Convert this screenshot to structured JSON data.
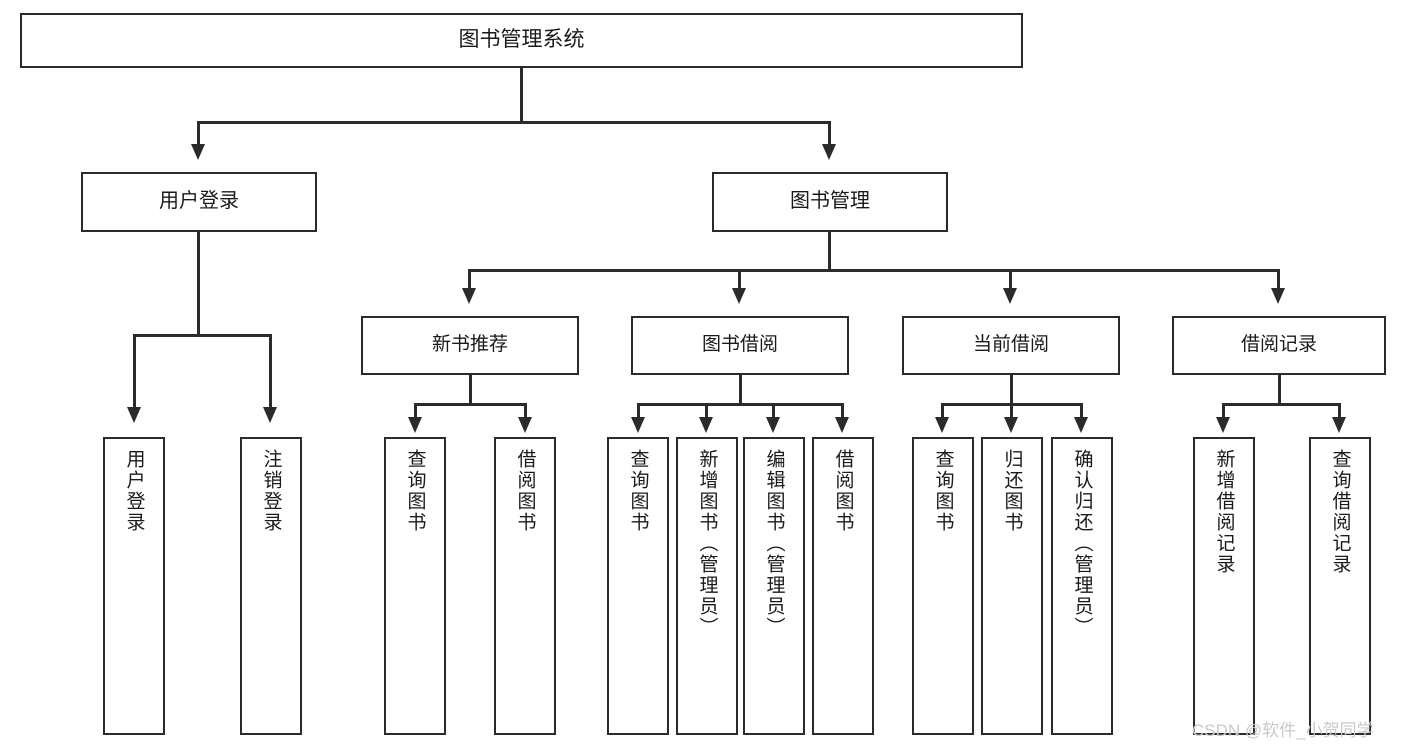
{
  "diagram": {
    "type": "tree-hierarchy",
    "title": "图书管理系统",
    "root": {
      "id": "root",
      "label": "图书管理系统",
      "level": 1
    },
    "level2": [
      {
        "id": "user-login",
        "label": "用户登录"
      },
      {
        "id": "book-management",
        "label": "图书管理"
      }
    ],
    "level3": [
      {
        "id": "new-book-recommend",
        "label": "新书推荐",
        "parent": "book-management"
      },
      {
        "id": "book-borrow",
        "label": "图书借阅",
        "parent": "book-management"
      },
      {
        "id": "current-borrow",
        "label": "当前借阅",
        "parent": "book-management"
      },
      {
        "id": "borrow-record",
        "label": "借阅记录",
        "parent": "book-management"
      }
    ],
    "leaves": [
      {
        "id": "leaf-user-login",
        "label": "用户登录",
        "parent": "user-login"
      },
      {
        "id": "leaf-logout",
        "label": "注销登录",
        "parent": "user-login"
      },
      {
        "id": "leaf-query-book-1",
        "label": "查询图书",
        "parent": "new-book-recommend"
      },
      {
        "id": "leaf-borrow-book-1",
        "label": "借阅图书",
        "parent": "new-book-recommend"
      },
      {
        "id": "leaf-query-book-2",
        "label": "查询图书",
        "parent": "book-borrow"
      },
      {
        "id": "leaf-add-book",
        "label": "新增图书（管理员）",
        "parent": "book-borrow"
      },
      {
        "id": "leaf-edit-book",
        "label": "编辑图书（管理员）",
        "parent": "book-borrow"
      },
      {
        "id": "leaf-borrow-book-2",
        "label": "借阅图书",
        "parent": "book-borrow"
      },
      {
        "id": "leaf-query-book-3",
        "label": "查询图书",
        "parent": "current-borrow"
      },
      {
        "id": "leaf-return-book",
        "label": "归还图书",
        "parent": "current-borrow"
      },
      {
        "id": "leaf-confirm-return",
        "label": "确认归还（管理员）",
        "parent": "current-borrow"
      },
      {
        "id": "leaf-add-record",
        "label": "新增借阅记录",
        "parent": "borrow-record"
      },
      {
        "id": "leaf-query-record",
        "label": "查询借阅记录",
        "parent": "borrow-record"
      }
    ]
  },
  "watermark": {
    "text": "CSDN @软件_小贺同学"
  },
  "colors": {
    "stroke": "#2b2b2b",
    "background": "#ffffff",
    "text": "#1a1a1a",
    "watermark": "#c9c9c9"
  }
}
